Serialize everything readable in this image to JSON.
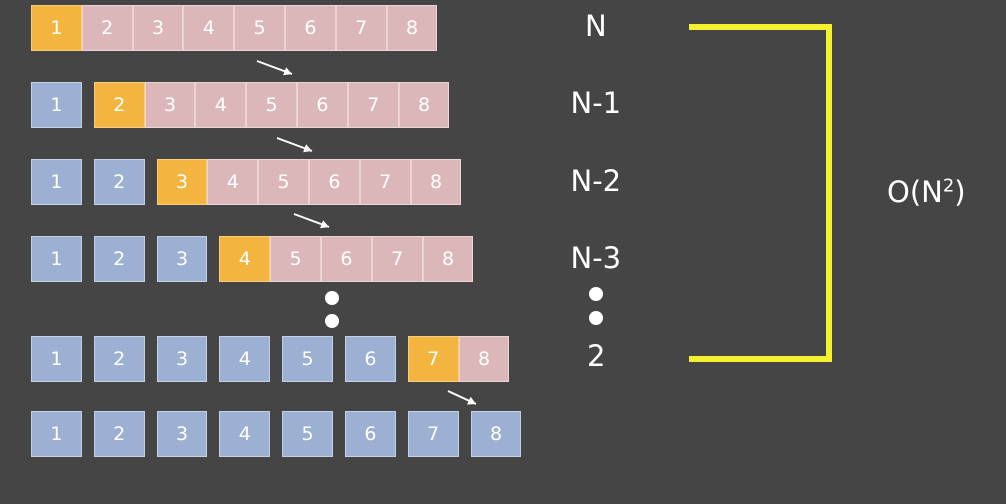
{
  "rows": [
    {
      "cells": [
        {
          "label": "1",
          "state": "current"
        },
        {
          "label": "2",
          "state": "unsorted"
        },
        {
          "label": "3",
          "state": "unsorted"
        },
        {
          "label": "4",
          "state": "unsorted"
        },
        {
          "label": "5",
          "state": "unsorted"
        },
        {
          "label": "6",
          "state": "unsorted"
        },
        {
          "label": "7",
          "state": "unsorted"
        },
        {
          "label": "8",
          "state": "unsorted"
        }
      ],
      "count": "N"
    },
    {
      "cells": [
        {
          "label": "1",
          "state": "sorted"
        },
        {
          "label": "2",
          "state": "current"
        },
        {
          "label": "3",
          "state": "unsorted"
        },
        {
          "label": "4",
          "state": "unsorted"
        },
        {
          "label": "5",
          "state": "unsorted"
        },
        {
          "label": "6",
          "state": "unsorted"
        },
        {
          "label": "7",
          "state": "unsorted"
        },
        {
          "label": "8",
          "state": "unsorted"
        }
      ],
      "count": "N-1"
    },
    {
      "cells": [
        {
          "label": "1",
          "state": "sorted"
        },
        {
          "label": "2",
          "state": "sorted"
        },
        {
          "label": "3",
          "state": "current"
        },
        {
          "label": "4",
          "state": "unsorted"
        },
        {
          "label": "5",
          "state": "unsorted"
        },
        {
          "label": "6",
          "state": "unsorted"
        },
        {
          "label": "7",
          "state": "unsorted"
        },
        {
          "label": "8",
          "state": "unsorted"
        }
      ],
      "count": "N-2"
    },
    {
      "cells": [
        {
          "label": "1",
          "state": "sorted"
        },
        {
          "label": "2",
          "state": "sorted"
        },
        {
          "label": "3",
          "state": "sorted"
        },
        {
          "label": "4",
          "state": "current"
        },
        {
          "label": "5",
          "state": "unsorted"
        },
        {
          "label": "6",
          "state": "unsorted"
        },
        {
          "label": "7",
          "state": "unsorted"
        },
        {
          "label": "8",
          "state": "unsorted"
        }
      ],
      "count": "N-3"
    },
    {
      "cells": [
        {
          "label": "1",
          "state": "sorted"
        },
        {
          "label": "2",
          "state": "sorted"
        },
        {
          "label": "3",
          "state": "sorted"
        },
        {
          "label": "4",
          "state": "sorted"
        },
        {
          "label": "5",
          "state": "sorted"
        },
        {
          "label": "6",
          "state": "sorted"
        },
        {
          "label": "7",
          "state": "current"
        },
        {
          "label": "8",
          "state": "unsorted"
        }
      ],
      "count": "2"
    },
    {
      "cells": [
        {
          "label": "1",
          "state": "sorted"
        },
        {
          "label": "2",
          "state": "sorted"
        },
        {
          "label": "3",
          "state": "sorted"
        },
        {
          "label": "4",
          "state": "sorted"
        },
        {
          "label": "5",
          "state": "sorted"
        },
        {
          "label": "6",
          "state": "sorted"
        },
        {
          "label": "7",
          "state": "sorted"
        },
        {
          "label": "8",
          "state": "sorted"
        }
      ],
      "count": ""
    }
  ],
  "complexity": {
    "base": "O(N",
    "exponent": "2",
    "close": ")"
  },
  "colors": {
    "background": "#464546",
    "sorted": "#9bb0d2",
    "current": "#f3b53f",
    "unsorted": "#dcb7b9",
    "bracket": "#f6f12e",
    "text": "#ffffff"
  }
}
